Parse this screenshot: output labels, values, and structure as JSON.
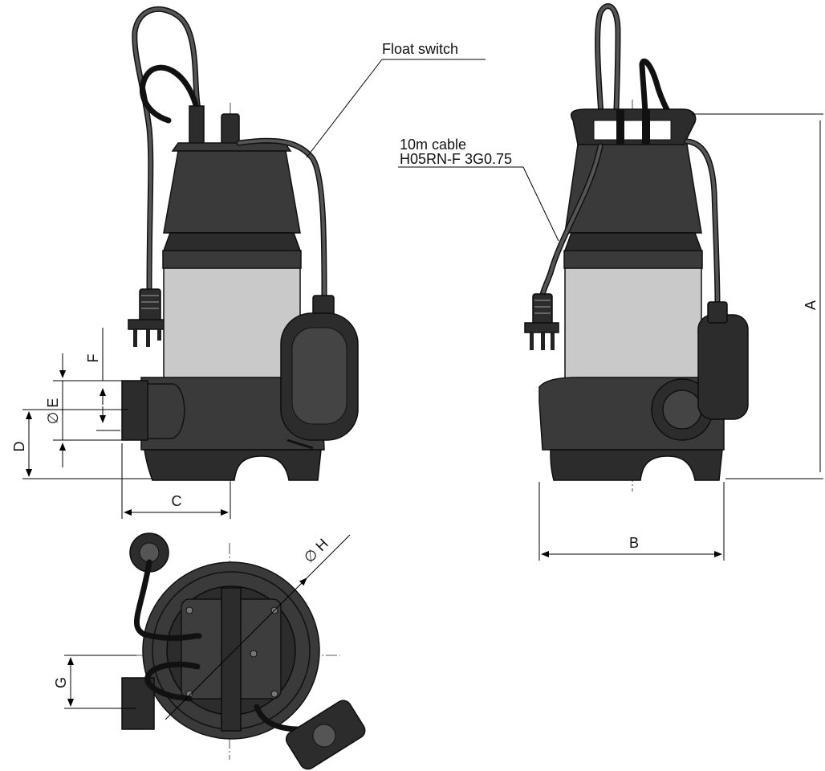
{
  "callouts": {
    "float_switch": "Float switch",
    "cable_line1": "10m cable",
    "cable_line2": "H05RN-F 3G0.75"
  },
  "dimensions": {
    "A": "A",
    "B": "B",
    "C": "C",
    "D": "D",
    "E": "E",
    "F": "F",
    "G": "G",
    "H": "H",
    "diameter_symbol": "∅"
  },
  "colors": {
    "housing": "#3a3a3a",
    "motor_band": "#c9c9c9",
    "line": "#000000"
  }
}
